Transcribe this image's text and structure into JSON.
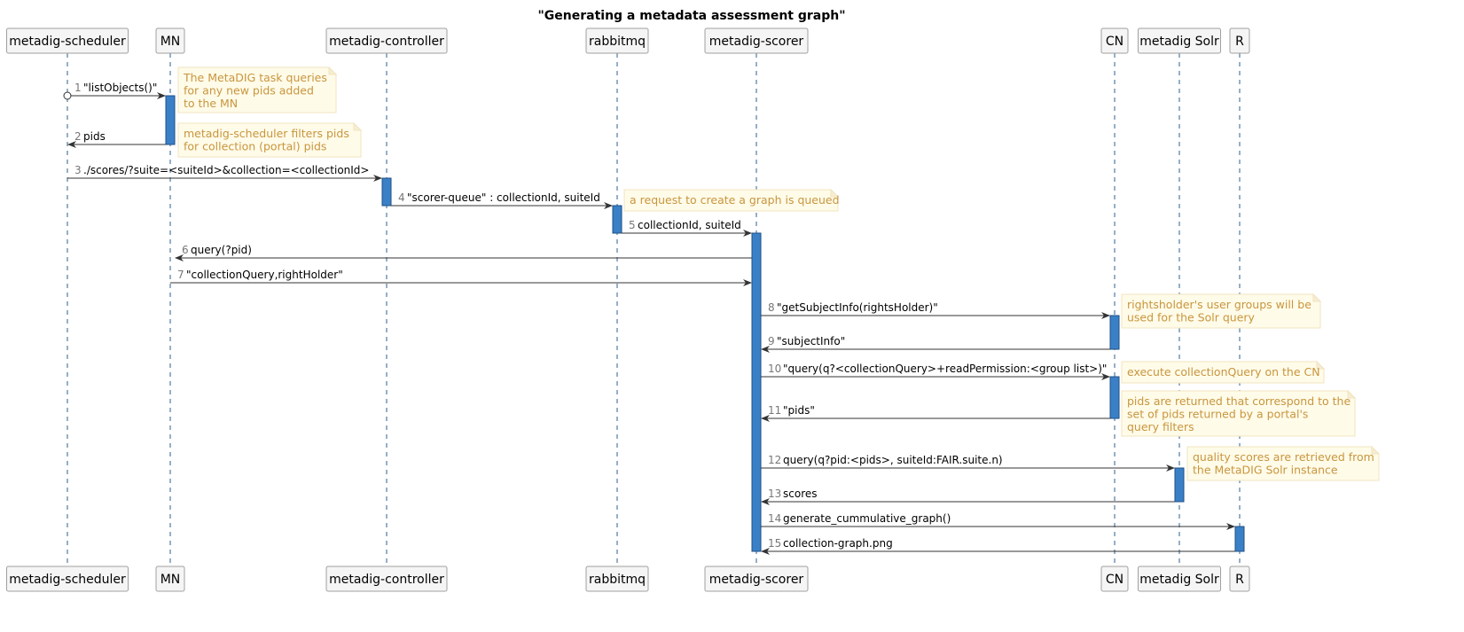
{
  "title": "\"Generating a metadata assessment graph\"",
  "participants": [
    {
      "id": "scheduler",
      "label": "metadig-scheduler"
    },
    {
      "id": "mn",
      "label": "MN"
    },
    {
      "id": "controller",
      "label": "metadig-controller"
    },
    {
      "id": "rabbitmq",
      "label": "rabbitmq"
    },
    {
      "id": "scorer",
      "label": "metadig-scorer"
    },
    {
      "id": "cn",
      "label": "CN"
    },
    {
      "id": "solr",
      "label": "metadig Solr"
    },
    {
      "id": "r",
      "label": "R"
    }
  ],
  "messages": [
    {
      "num": "1",
      "from": "scheduler",
      "to": "mn",
      "text": "\"listObjects()\""
    },
    {
      "num": "2",
      "from": "mn",
      "to": "scheduler",
      "text": "pids"
    },
    {
      "num": "3",
      "from": "scheduler",
      "to": "controller",
      "text": "./scores/?suite=<suiteId>&collection=<collectionId>"
    },
    {
      "num": "4",
      "from": "controller",
      "to": "rabbitmq",
      "text": "\"scorer-queue\" : collectionId, suiteId"
    },
    {
      "num": "5",
      "from": "rabbitmq",
      "to": "scorer",
      "text": "collectionId, suiteId"
    },
    {
      "num": "6",
      "from": "scorer",
      "to": "mn",
      "text": "query(?pid)"
    },
    {
      "num": "7",
      "from": "mn",
      "to": "scorer",
      "text": "\"collectionQuery,rightHolder\""
    },
    {
      "num": "8",
      "from": "scorer",
      "to": "cn",
      "text": "\"getSubjectInfo(rightsHolder)\""
    },
    {
      "num": "9",
      "from": "cn",
      "to": "scorer",
      "text": "\"subjectInfo\""
    },
    {
      "num": "10",
      "from": "scorer",
      "to": "cn",
      "text": "\"query(q?<collectionQuery>+readPermission:<group list>)\""
    },
    {
      "num": "11",
      "from": "cn",
      "to": "scorer",
      "text": "\"pids\""
    },
    {
      "num": "12",
      "from": "scorer",
      "to": "solr",
      "text": "query(q?pid:<pids>, suiteId:FAIR.suite.n)"
    },
    {
      "num": "13",
      "from": "solr",
      "to": "scorer",
      "text": "scores"
    },
    {
      "num": "14",
      "from": "scorer",
      "to": "r",
      "text": "generate_cummulative_graph()"
    },
    {
      "num": "15",
      "from": "r",
      "to": "scorer",
      "text": "collection-graph.png"
    }
  ],
  "notes": [
    {
      "lines": [
        "The MetaDIG task queries",
        "for any new pids added",
        "to the MN"
      ]
    },
    {
      "lines": [
        "metadig-scheduler filters pids",
        "for collection (portal) pids"
      ]
    },
    {
      "lines": [
        "a request to create a graph is queued"
      ]
    },
    {
      "lines": [
        "rightsholder's user groups will be",
        "used for the Solr query"
      ]
    },
    {
      "lines": [
        "execute collectionQuery on the CN"
      ]
    },
    {
      "lines": [
        "pids are returned that correspond to the",
        "set of pids returned by a portal's",
        "query filters"
      ]
    },
    {
      "lines": [
        "quality scores are retrieved from",
        "the MetaDIG Solr instance"
      ]
    }
  ],
  "colors": {
    "lifeline": "#2e5f8f",
    "activation": "#3a80c7",
    "note_text": "#c8963e",
    "note_bg": "#fffbe9",
    "participant_bg": "#f5f5f5"
  }
}
